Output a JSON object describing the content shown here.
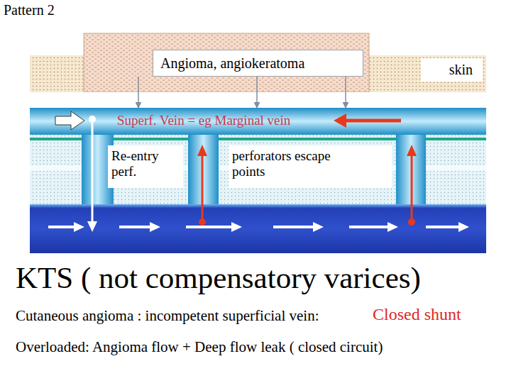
{
  "diagram": {
    "title": "KTS ( not compensatory varices)",
    "nodes": [
      {
        "text": [
          "Angioma, angiokeratoma"
        ]
      },
      {
        "text": [
          "skin"
        ]
      },
      {
        "text": [
          "Superf. Vein = eg Marginal vein"
        ]
      },
      {
        "text": [
          "Re-entry perf."
        ]
      },
      {
        "text": [
          "perforators escape points"
        ]
      }
    ],
    "edges": [
      {
        "from": 0,
        "to": 2,
        "arrow": "to"
      },
      {
        "from": 0,
        "to": 2,
        "arrow": "to"
      },
      {
        "from": 0,
        "to": 2,
        "arrow": "to"
      }
    ],
    "labels": [
      "Pattern 2",
      "Cutaneous angioma : incompetent superficial vein:",
      "Closed shunt",
      "Overloaded: Angioma flow + Deep flow leak ( closed circuit)"
    ]
  }
}
